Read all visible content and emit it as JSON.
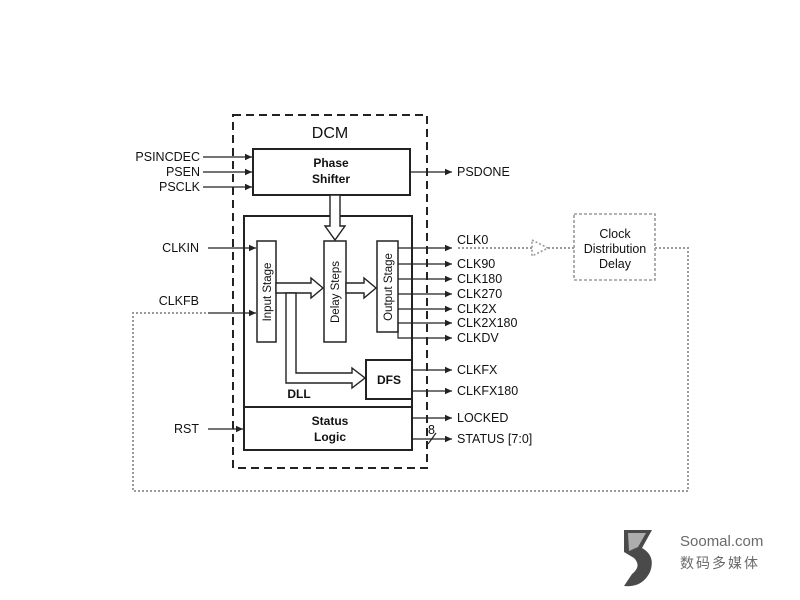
{
  "dcm": {
    "title": "DCM",
    "phase_shifter": [
      "Phase",
      "Shifter"
    ],
    "input_stage": "Input Stage",
    "delay_steps": "Delay Steps",
    "output_stage": "Output Stage",
    "dll": "DLL",
    "dfs": "DFS",
    "status_logic": [
      "Status",
      "Logic"
    ]
  },
  "inputs": {
    "psincdec": "PSINCDEC",
    "psen": "PSEN",
    "psclk": "PSCLK",
    "clkin": "CLKIN",
    "clkfb": "CLKFB",
    "rst": "RST"
  },
  "outputs": {
    "psdone": "PSDONE",
    "clk0": "CLK0",
    "clk90": "CLK90",
    "clk180": "CLK180",
    "clk270": "CLK270",
    "clk2x": "CLK2X",
    "clk2x180": "CLK2X180",
    "clkdv": "CLKDV",
    "clkfx": "CLKFX",
    "clkfx180": "CLKFX180",
    "locked": "LOCKED",
    "status": "STATUS [7:0]",
    "bus_width": "8"
  },
  "clock_distribution": [
    "Clock",
    "Distribution",
    "Delay"
  ],
  "watermark": {
    "en": "Soomal.com",
    "cn": "数码多媒体"
  }
}
